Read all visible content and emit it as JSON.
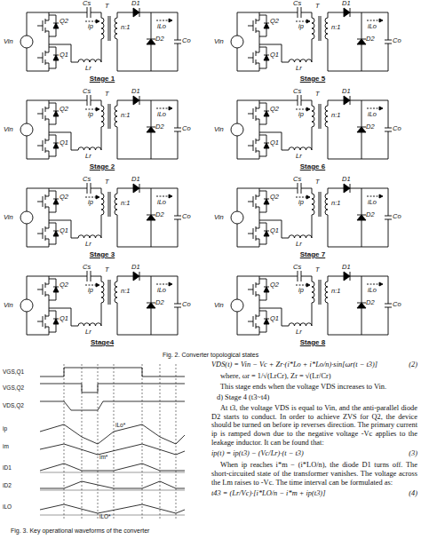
{
  "diagram": {
    "labels": [
      "Vin",
      "Q2",
      "Q1",
      "Cs",
      "T",
      "n:1",
      "ip",
      "Lr",
      "D1",
      "D2",
      "iLo",
      "Co",
      "Stage 1",
      "Vin",
      "Q2",
      "Q1",
      "Cs",
      "T",
      "n:1",
      "ip",
      "Lr",
      "D1",
      "D2",
      "iLo",
      "Co",
      "Stage 2",
      "Vin",
      "Q2",
      "Q1",
      "Cs",
      "T",
      "n:1",
      "ip",
      "Lr",
      "D1",
      "D2",
      "iLo",
      "Co",
      "Stage 3",
      "Vin",
      "Q2",
      "Q1",
      "Cs",
      "T",
      "n:1",
      "ip",
      "Lr",
      "D1",
      "D2",
      "iLo",
      "Co",
      "Stage4",
      "Vin",
      "Q2",
      "Q1",
      "Cs",
      "T",
      "n:1",
      "ip",
      "Lr",
      "D1",
      "D2",
      "iLo",
      "Co",
      "Stage 5",
      "Vin",
      "Q2",
      "Q1",
      "Cs",
      "T",
      "n:1",
      "ip",
      "Lr",
      "D1",
      "D2",
      "iLo",
      "Co",
      "Stage 6",
      "Vin",
      "Q2",
      "Q1",
      "Cs",
      "T",
      "n:1",
      "ip",
      "Lr",
      "D1",
      "D2",
      "iLo",
      "Co",
      "Stage 7",
      "Vin",
      "Q2",
      "Q1",
      "Cs",
      "T",
      "n:1",
      "ip",
      "Lr",
      "D1",
      "D2",
      "iLo",
      "Co",
      "Stage 8",
      "Fig. 2. Converter topological states",
      "VGS,Q1",
      "VGS,Q2",
      "VDS,Q2",
      "ip",
      "im",
      "iD1",
      "iD2",
      "iLO",
      "iLo*",
      "im*",
      "iLO*",
      "Fig. 3. Key operational waveforms of the converter",
      "VDS(t) = Vin − Vc + Zr·(i*Lo + i*Lo/n)·sin[ωr(t − t3)]",
      "(2)",
      "where, ωr = 1/√(LrCr), Zr = √(Lr/Cr)",
      "This stage ends when the voltage VDS increases to Vin.",
      "d) Stage 4 (t3~t4)",
      "At t3, the voltage VDS is equal to Vin, and the anti-parallel diode D2 starts to conduct. In order to achieve ZVS for Q2, the device should be turned on before ip reverses direction. The primary current ip is ramped down due to the negative voltage -Vc applies to the leakage inductor. It can be found that:",
      "ip(t) = ip(t3) − (Vc/Lr)·(t − t3)",
      "(3)",
      "When ip reaches i*m − (i*LO/n), the diode D1 turns off. The short-circuited state of the transformer vanishes. The voltage across the Lm raises to -Vc. The time interval can be formulated as:",
      "t43 = (Lr/Vc)·[i*LO/n − i*m + ip(t3)]",
      "(4)"
    ]
  }
}
